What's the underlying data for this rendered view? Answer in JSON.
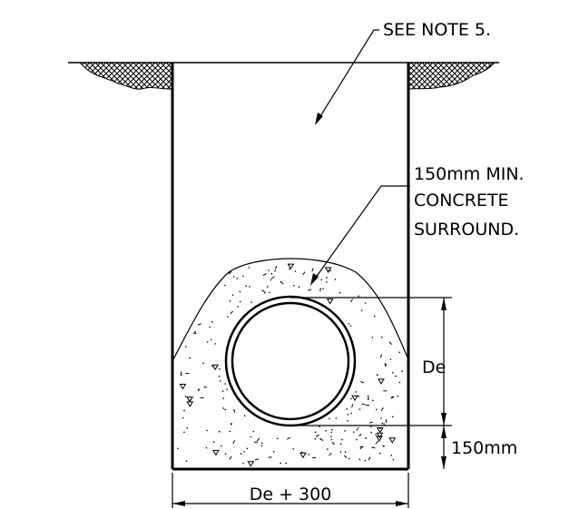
{
  "labels": {
    "note": "SEE NOTE 5.",
    "surround_1": "150mm MIN.",
    "surround_2": "CONCRETE",
    "surround_3": "SURROUND.",
    "diameter": "De",
    "bedding": "150mm",
    "width": "De + 300"
  },
  "colors": {
    "line": "#000000",
    "background": "#ffffff"
  }
}
